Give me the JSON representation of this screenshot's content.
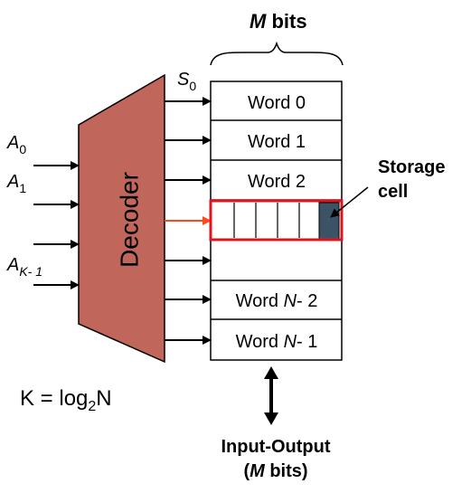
{
  "header": {
    "m": "M",
    "bits": " bits"
  },
  "decoder": {
    "label": "Decoder",
    "fill": "#c0665a",
    "s0_main": "S",
    "s0_sub": "0"
  },
  "inputs": [
    {
      "main": "A",
      "sub": "0"
    },
    {
      "main": "A",
      "sub": "1"
    },
    {
      "main": "A",
      "sub": "K- 1"
    }
  ],
  "words": [
    {
      "prefix": "Word 0",
      "italic": "",
      "suffix": ""
    },
    {
      "prefix": "Word 1",
      "italic": "",
      "suffix": ""
    },
    {
      "prefix": "Word 2",
      "italic": "",
      "suffix": ""
    },
    {
      "prefix": "",
      "italic": "",
      "suffix": ""
    },
    {
      "prefix": "",
      "italic": "",
      "suffix": ""
    },
    {
      "prefix": "Word ",
      "italic": "N",
      "suffix": "- 2"
    },
    {
      "prefix": "Word ",
      "italic": "N",
      "suffix": "- 1"
    }
  ],
  "storage": {
    "line1": "Storage",
    "line2": "cell",
    "highlight_color": "#e0141e",
    "cell_color": "#3c5366",
    "arrow_color": "#ff4a1a"
  },
  "formula": {
    "k_eq": "K = log",
    "sub": "2",
    "n": "N"
  },
  "io": {
    "line1": "Input-Output",
    "open": "(",
    "m": "M",
    "bits": " bits)"
  }
}
